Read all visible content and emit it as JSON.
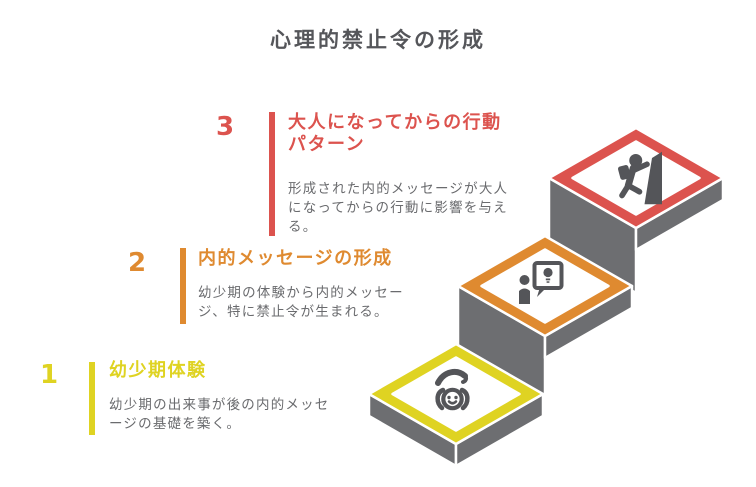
{
  "title": "心理的禁止令の形成",
  "colors": {
    "red": "#DC534E",
    "orange": "#DF8A30",
    "yellow": "#DFD322",
    "step_gray": "#6D6E71",
    "icon_gray": "#545559",
    "text_dark": "#55565A",
    "text_gray": "#6A6B6E",
    "outline_white": "#FFFFFF",
    "bg": "#FFFFFF"
  },
  "steps": [
    {
      "number": "1",
      "color": "#DFD322",
      "title": "幼少期体験",
      "title_lines": [
        "幼少期体験"
      ],
      "desc_lines": [
        "幼少期の出来事が後の内的メッセ",
        "ージの基礎を築く。"
      ],
      "icon": "baby-care-icon"
    },
    {
      "number": "2",
      "color": "#DF8A30",
      "title": "内的メッセージの形成",
      "title_lines": [
        "内的メッセージの形成"
      ],
      "desc_lines": [
        "幼少期の体験から内的メッセー",
        "ジ、特に禁止令が生まれる。"
      ],
      "icon": "idea-presentation-icon"
    },
    {
      "number": "3",
      "color": "#DC534E",
      "title": "大人になってからの行動パターン",
      "title_lines": [
        "大人になってからの行動",
        "パターン"
      ],
      "desc_lines": [
        "形成された内的メッセージが大人",
        "になってからの行動に影響を与え",
        "る。"
      ],
      "icon": "climbing-person-icon"
    }
  ]
}
